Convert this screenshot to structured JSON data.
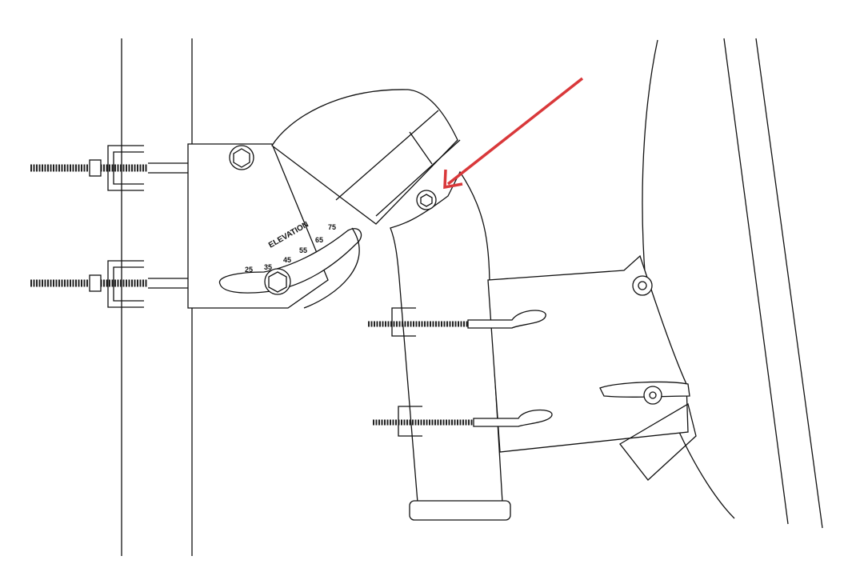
{
  "diagram": {
    "scale_label": "ELEVATION",
    "scale_ticks": [
      "25",
      "35",
      "45",
      "55",
      "65",
      "75"
    ],
    "arrow_color": "#d9383a"
  }
}
